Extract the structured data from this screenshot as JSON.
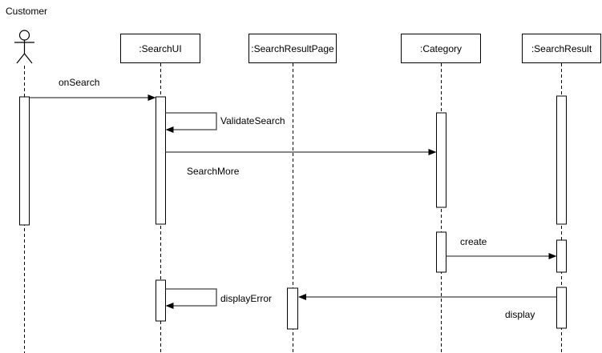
{
  "actor": {
    "label": "Customer"
  },
  "lifelines": [
    {
      "label": ":SearchUI"
    },
    {
      "label": ":SearchResultPage"
    },
    {
      "label": ":Category"
    },
    {
      "label": ":SearchResult"
    }
  ],
  "messages": [
    {
      "label": "onSearch",
      "from": "Customer",
      "to": ":SearchUI",
      "type": "sync"
    },
    {
      "label": "ValidateSearch",
      "from": ":SearchUI",
      "to": ":SearchUI",
      "type": "self"
    },
    {
      "label": "SearchMore",
      "from": ":SearchUI",
      "to": ":Category",
      "type": "sync"
    },
    {
      "label": "create",
      "from": ":Category",
      "to": ":SearchResult",
      "type": "sync"
    },
    {
      "label": "displayError",
      "from": ":SearchUI",
      "to": ":SearchUI",
      "type": "self"
    },
    {
      "label": "display",
      "from": ":SearchResult",
      "to": ":SearchResultPage",
      "type": "sync"
    }
  ],
  "colors": {
    "stroke": "#000000",
    "message_line": "#424242",
    "background": "#ffffff",
    "shape_fill": "#ffffff"
  }
}
